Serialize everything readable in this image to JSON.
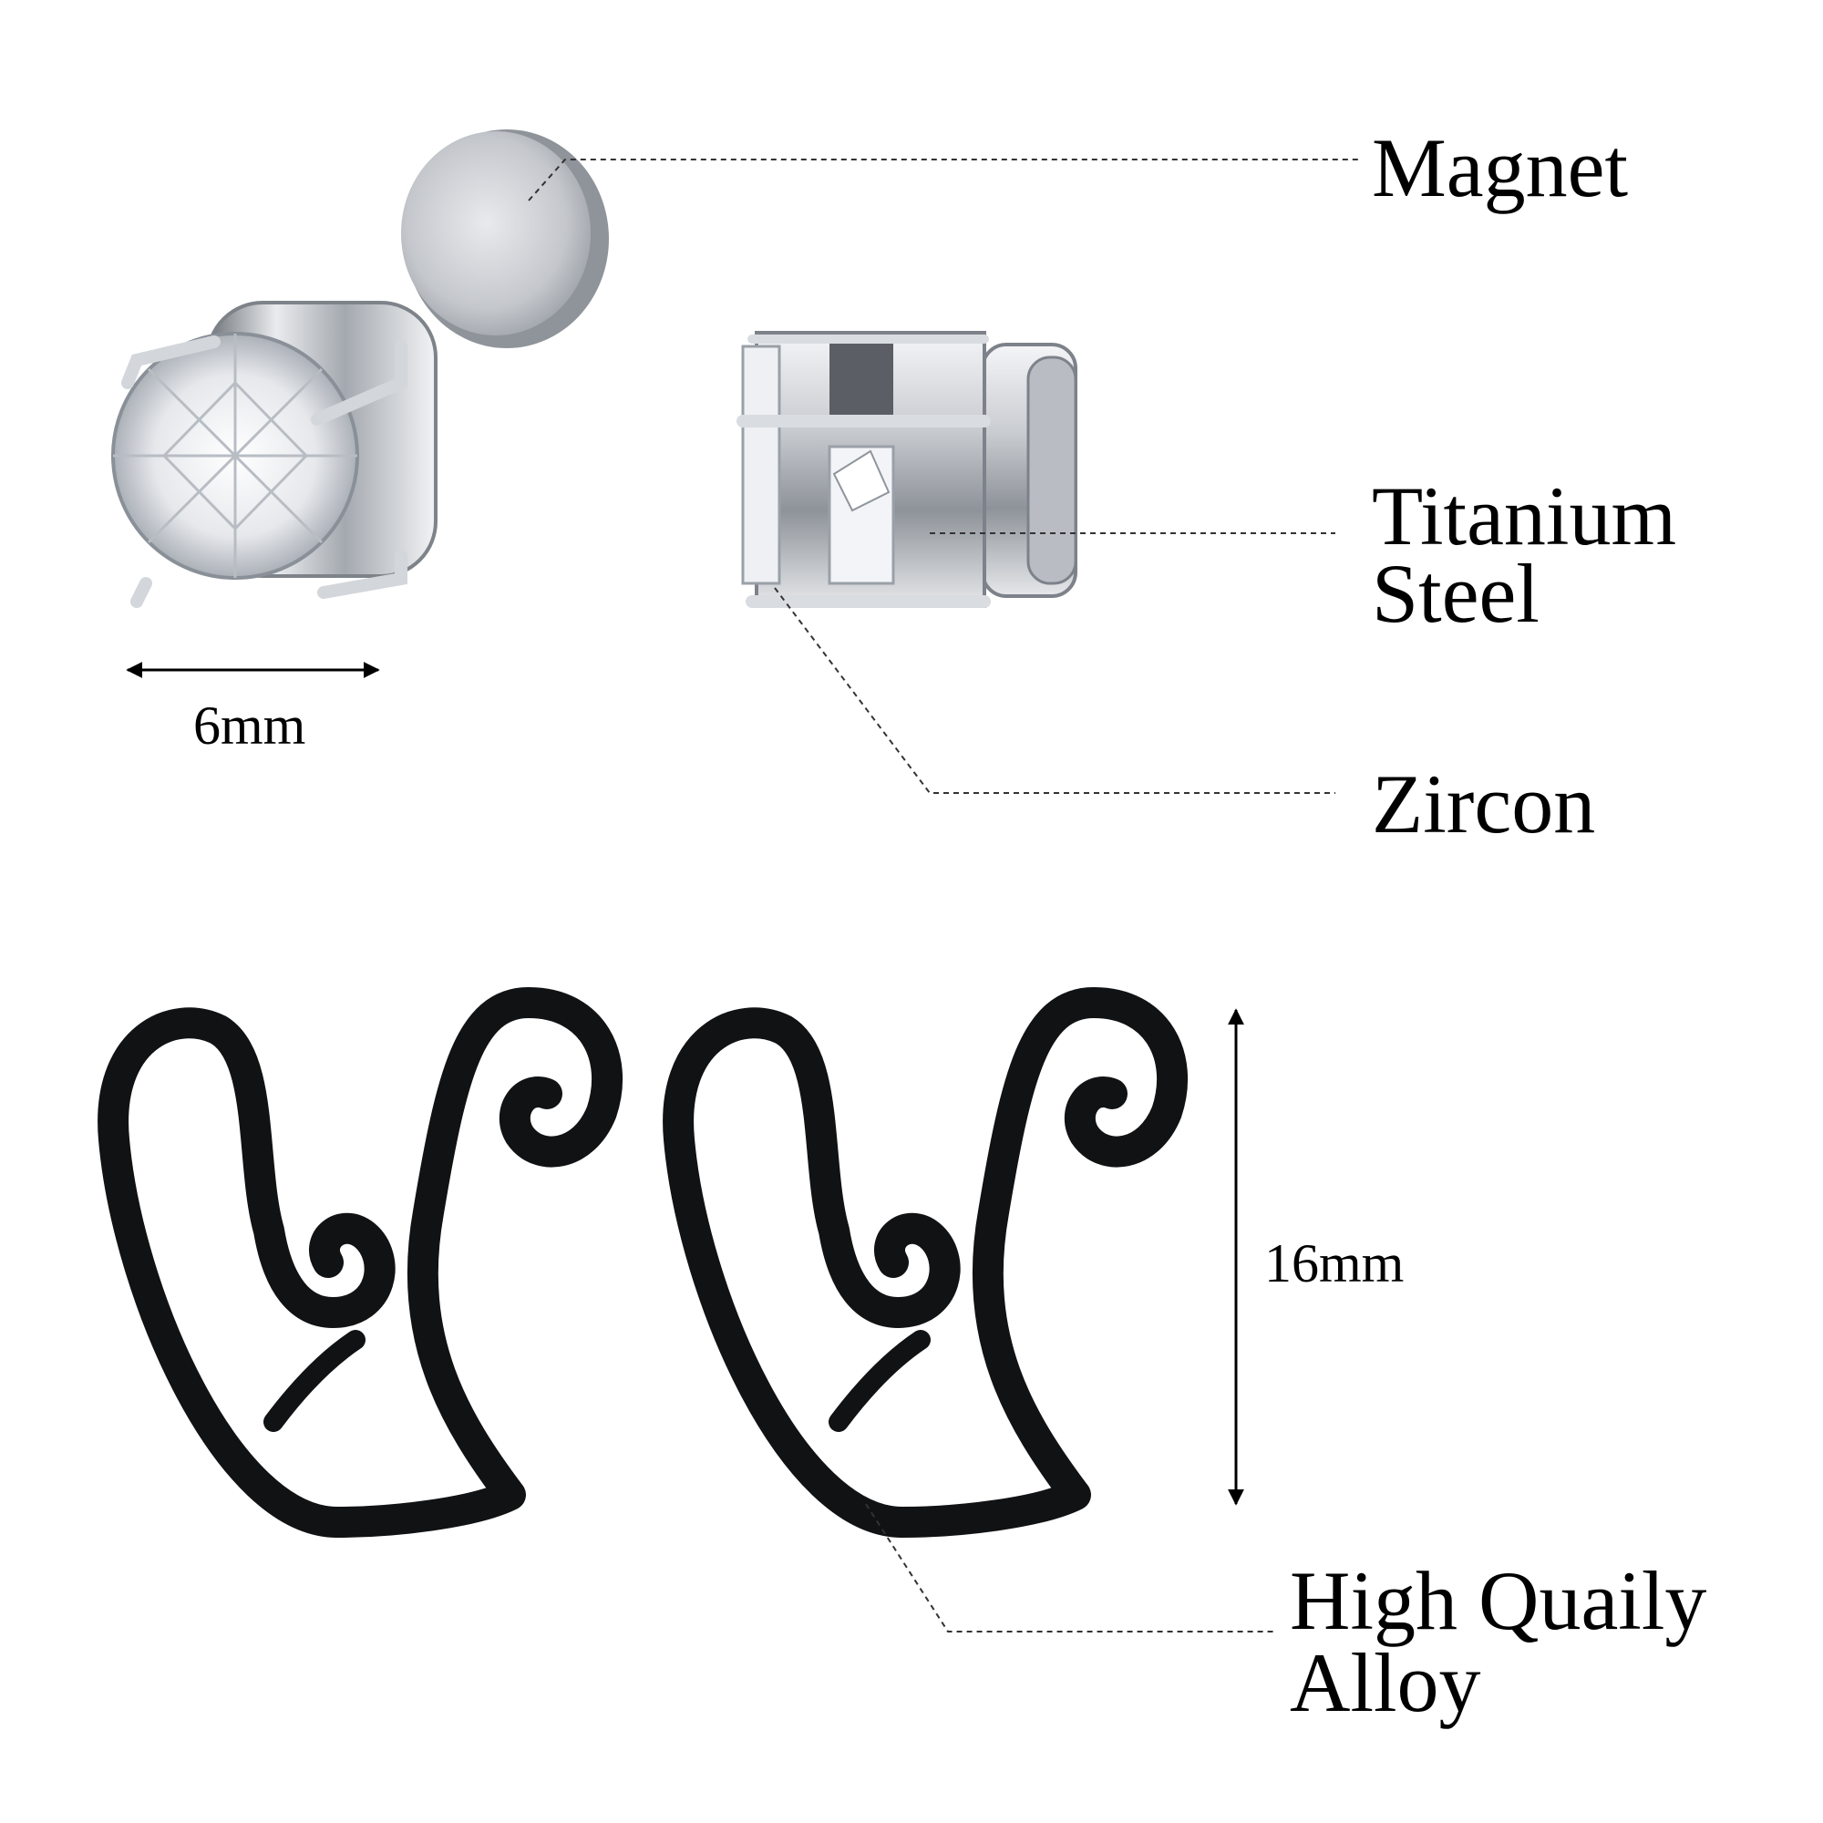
{
  "labels": {
    "magnet": "Magnet",
    "titanium_line1": "Titanium",
    "titanium_line2": "Steel",
    "zircon": "Zircon",
    "alloy_line1": "High Quaily",
    "alloy_line2": "Alloy"
  },
  "dimensions": {
    "stud_width": "6mm",
    "cuff_height": "16mm"
  },
  "colors": {
    "text": "#000000",
    "background": "#ffffff",
    "steel": "#c7cacf",
    "alloy_black": "#111214"
  },
  "icons": {
    "magnet_disc": "magnet-disc-icon",
    "crystal_stud_front": "crystal-stud-front-icon",
    "crystal_stud_side": "crystal-stud-side-icon",
    "spiral_cuff": "spiral-cuff-icon"
  }
}
